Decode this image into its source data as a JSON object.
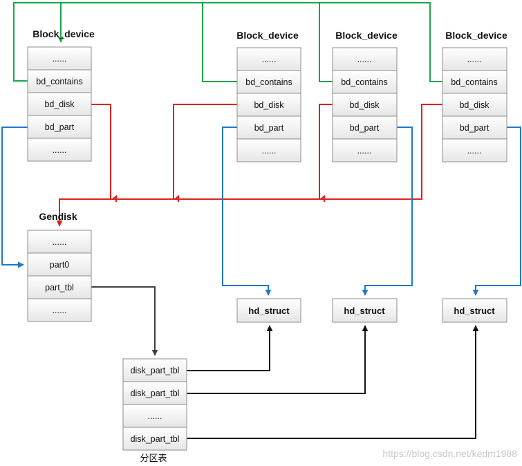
{
  "block_device_title": "Block_device",
  "block_device_fields": [
    "......",
    "bd_contains",
    "bd_disk",
    "bd_part",
    "......"
  ],
  "gendisk_title": "Gendisk",
  "gendisk_fields": [
    "......",
    "part0",
    "part_tbl",
    "......"
  ],
  "hd_struct_label": "hd_struct",
  "partition_table_fields": [
    "disk_part_tbl",
    "disk_part_tbl",
    "......",
    "disk_part_tbl"
  ],
  "partition_table_caption": "分区表",
  "watermark": "https://blog.csdn.net/kedm1988",
  "colors": {
    "contains_link": "#1aa64a",
    "disk_link": "#e0201c",
    "part_link": "#1f78c8",
    "table_link": "#111111"
  }
}
